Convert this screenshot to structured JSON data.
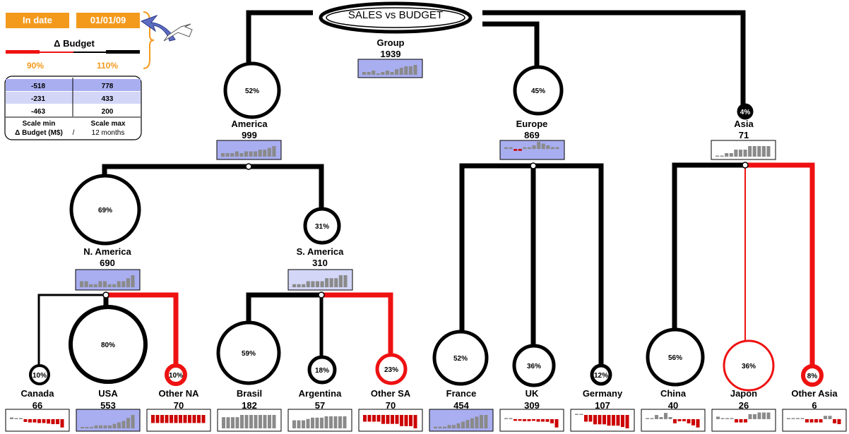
{
  "title": "SALES vs BUDGET",
  "legend": {
    "in_date_label": "In date",
    "date_value": "01/01/09",
    "delta_budget_label": "Δ Budget",
    "pct_low": "90%",
    "pct_high": "110%",
    "scale_table": {
      "rows": [
        {
          "min": "-518",
          "max": "778"
        },
        {
          "min": "-231",
          "max": "433"
        },
        {
          "min": "-463",
          "max": "200"
        }
      ],
      "caption_min_1": "Scale min",
      "caption_min_2": "Δ Budget (M$)",
      "caption_sep": "/",
      "caption_max_1": "Scale max",
      "caption_max_2": "12 months"
    }
  },
  "colors": {
    "line": "#000000",
    "negative": "#ee1111",
    "orange": "#f39a1d",
    "chart_bg": "#a9aef0",
    "chart_bg_light": "#d3d6f7",
    "bar": "#8a8a8a",
    "bar_negative": "#cc0000"
  },
  "nodes": {
    "group": {
      "name": "Group",
      "value": "1939",
      "bars": [
        2,
        2,
        3,
        1,
        2,
        3,
        2,
        4,
        5,
        6,
        6,
        7
      ]
    },
    "america": {
      "name": "America",
      "value": "999",
      "pct": "52%",
      "bars": [
        2,
        2,
        2,
        3,
        2,
        3,
        3,
        3,
        4,
        4,
        5,
        6
      ]
    },
    "europe": {
      "name": "Europe",
      "value": "869",
      "pct": "45%",
      "bars": [
        1,
        1,
        -1,
        -1,
        1,
        1,
        2,
        4,
        3,
        2,
        1,
        1
      ]
    },
    "asia": {
      "name": "Asia",
      "value": "71",
      "pct": "4%",
      "bars": [
        0,
        0,
        0.5,
        0.5,
        1,
        1,
        1,
        1.5,
        1.5,
        1.5,
        1.5,
        1.5
      ]
    },
    "n_america": {
      "name": "N. America",
      "value": "690",
      "pct": "69%",
      "bars": [
        2,
        2,
        1,
        1,
        2,
        2,
        1,
        1,
        2,
        2,
        3,
        4
      ]
    },
    "s_america": {
      "name": "S. America",
      "value": "310",
      "pct": "31%",
      "bars": [
        1,
        1,
        1,
        2,
        2,
        2,
        2,
        3,
        3,
        3,
        4,
        4
      ]
    },
    "canada": {
      "name": "Canada",
      "value": "66",
      "pct": "10%",
      "bars": [
        0.3,
        0,
        0,
        -0.5,
        -0.6,
        -0.6,
        -0.7,
        -0.7,
        -0.8,
        -0.9,
        -0.9,
        -1.5
      ]
    },
    "usa": {
      "name": "USA",
      "value": "553",
      "pct": "80%",
      "bars": [
        1,
        1,
        1,
        2,
        2,
        2,
        2,
        3,
        4,
        5,
        7,
        9
      ]
    },
    "other_na": {
      "name": "Other NA",
      "value": "70",
      "pct": "10%",
      "bars": [
        -0.6,
        -0.6,
        -0.6,
        -0.6,
        -0.6,
        -0.6,
        -0.6,
        -0.6,
        -0.6,
        -0.6,
        -0.6,
        -0.6
      ]
    },
    "brasil": {
      "name": "Brasil",
      "value": "182",
      "pct": "59%",
      "bars": [
        1,
        1,
        1,
        1,
        1.2,
        1.2,
        1.2,
        1.2,
        1.2,
        1.2,
        1.2,
        1.2
      ]
    },
    "argentina": {
      "name": "Argentina",
      "value": "57",
      "pct": "18%",
      "bars": [
        0.6,
        0.6,
        0.6,
        0.7,
        0.8,
        0.8,
        0.8,
        0.9,
        0.9,
        0.9,
        0.9,
        0.9
      ]
    },
    "other_sa": {
      "name": "Other SA",
      "value": "70",
      "pct": "23%",
      "bars": [
        -0.6,
        -0.6,
        -0.6,
        -0.6,
        -0.8,
        -0.8,
        -0.8,
        -0.8,
        -1,
        -1,
        -1,
        -1.2
      ]
    },
    "france": {
      "name": "France",
      "value": "454",
      "pct": "52%",
      "bars": [
        1,
        1,
        1,
        2,
        2,
        3,
        4,
        5,
        6,
        7,
        8,
        8
      ]
    },
    "uk": {
      "name": "UK",
      "value": "309",
      "pct": "36%",
      "bars": [
        0.4,
        0.4,
        -1,
        -1,
        -1.2,
        -1.2,
        -1,
        -1.5,
        -1.5,
        -1.6,
        -2.5,
        -5
      ]
    },
    "germany": {
      "name": "Germany",
      "value": "107",
      "pct": "12%",
      "bars": [
        0,
        0,
        -0.5,
        -0.5,
        -0.7,
        -0.7,
        -0.7,
        -0.8,
        -0.8,
        -0.8,
        -0.9,
        -1
      ]
    },
    "china": {
      "name": "China",
      "value": "40",
      "pct": "56%",
      "bars": [
        0.5,
        0.5,
        2,
        1,
        3,
        1,
        -2,
        -1,
        -1,
        -2,
        -3,
        -4
      ]
    },
    "japon": {
      "name": "Japon",
      "value": "26",
      "pct": "36%",
      "bars": [
        0.3,
        0,
        0,
        0,
        -0.4,
        -0.4,
        -0.4,
        0.6,
        0.6,
        0.8,
        0.8,
        0.8
      ]
    },
    "other_asia": {
      "name": "Other Asia",
      "value": "6",
      "pct": "8%",
      "bars": [
        0,
        0,
        0,
        0,
        -0.4,
        -0.4,
        -0.4,
        -0.4,
        0.4,
        0.4,
        -0.5,
        -0.6
      ]
    }
  }
}
